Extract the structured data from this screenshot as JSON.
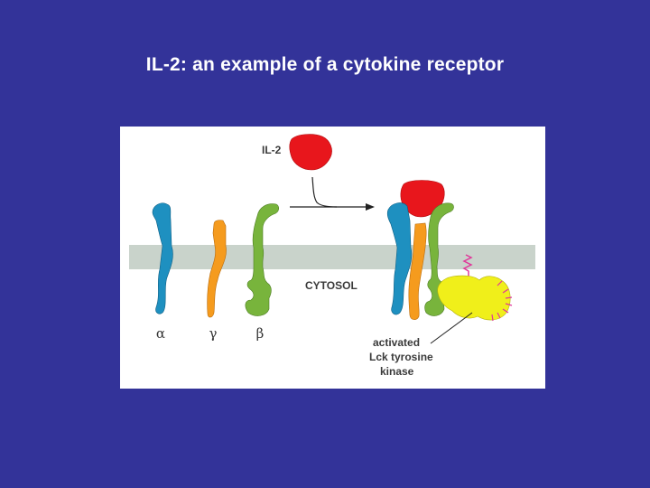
{
  "slide": {
    "title": "IL-2: an example of a cytokine receptor"
  },
  "diagram": {
    "ligand_label": "IL-2",
    "compartment_label": "CYTOSOL",
    "subunit_labels": [
      "α",
      "γ",
      "β"
    ],
    "kinase_label_lines": [
      "activated",
      "Lck tyrosine",
      "kinase"
    ]
  },
  "colors": {
    "background": "#333399",
    "alpha_chain": "#1e90c0",
    "gamma_chain": "#f59b1e",
    "beta_chain": "#78b43c",
    "il2": "#e8161c",
    "kinase": "#f0ef1a",
    "membrane": "#c9d3cb",
    "phosphate": "#e0389a"
  }
}
